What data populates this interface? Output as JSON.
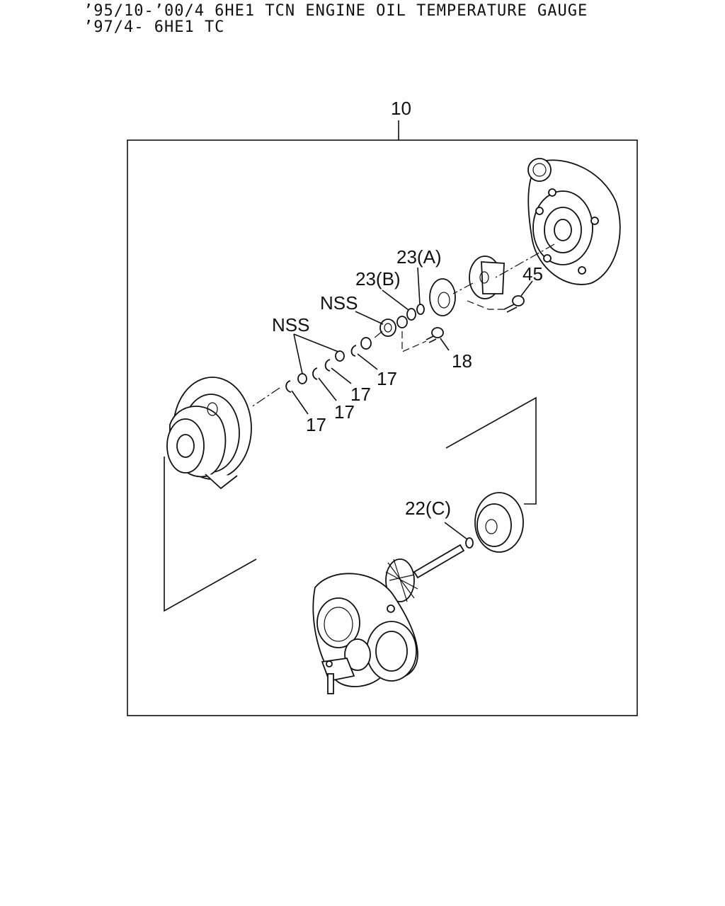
{
  "header": {
    "line1": "’95/10-’00/4 6HE1 TCN ENGINE OIL TEMPERATURE GAUGE",
    "line2": "’97/4- 6HE1 TC"
  },
  "callouts": {
    "assembly": "10",
    "o_ring_a": "23(A)",
    "o_ring_b": "23(B)",
    "bolt_45": "45",
    "nss_upper": "NSS",
    "nss_lower": "NSS",
    "bolt_18": "18",
    "ring_17_a": "17",
    "ring_17_b": "17",
    "ring_17_c": "17",
    "ring_17_d": "17",
    "o_ring_c": "22(C)"
  }
}
